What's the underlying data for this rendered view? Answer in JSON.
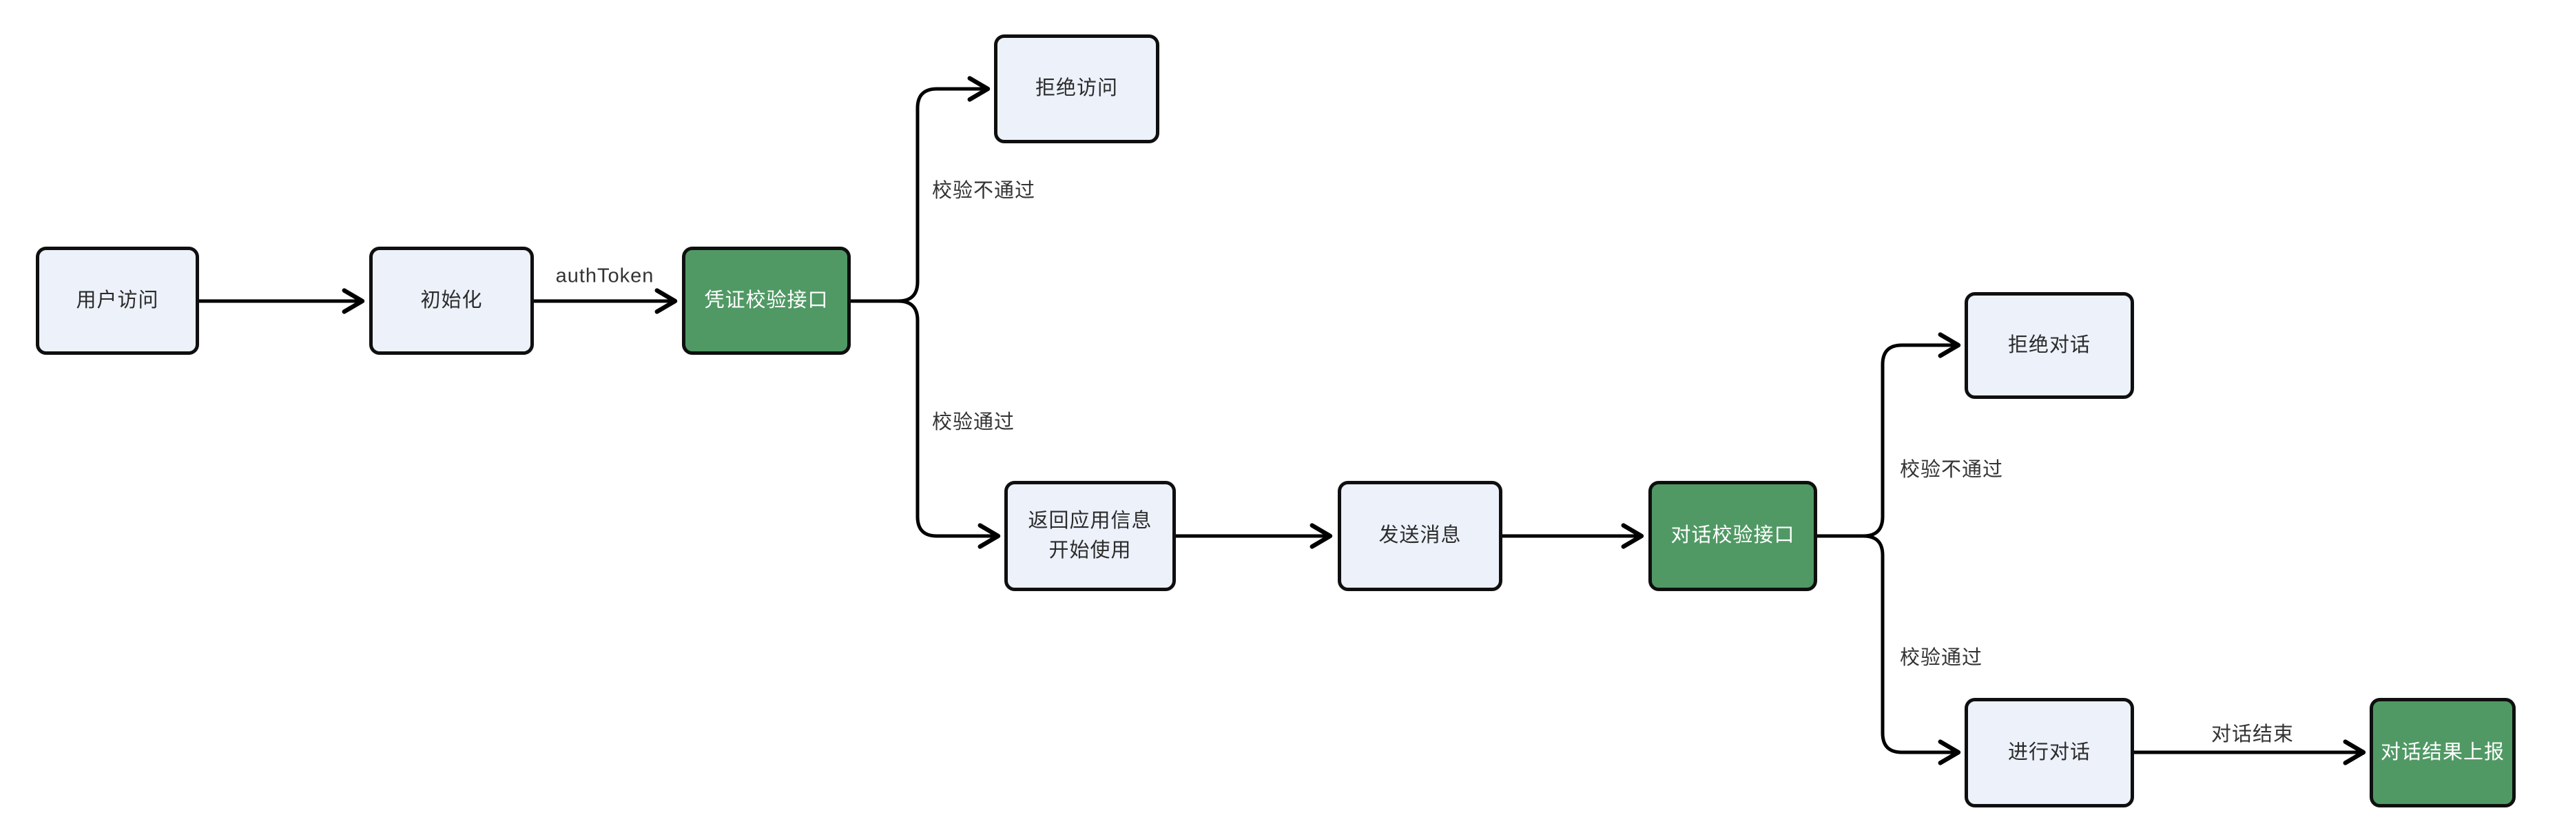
{
  "diagram": {
    "type": "flowchart",
    "direction": "left-to-right",
    "background": "#ffffff",
    "colors": {
      "background": "#ffffff",
      "node_fill": "#ecf1fa",
      "node_border": "#0f0f0f",
      "node_text": "#2b2b2b",
      "accent_fill": "#509964",
      "accent_text": "#ffffff",
      "edge_color": "#000000",
      "edge_label_text": "#333333"
    },
    "nodes": {
      "user_access": {
        "label": "用户访问",
        "variant": "default"
      },
      "init": {
        "label": "初始化",
        "variant": "default"
      },
      "cred_check": {
        "label": "凭证校验接口",
        "variant": "accent"
      },
      "deny_access": {
        "label": "拒绝访问",
        "variant": "default"
      },
      "return_info": {
        "line1": "返回应用信息",
        "line2": "开始使用",
        "variant": "default"
      },
      "send_message": {
        "label": "发送消息",
        "variant": "default"
      },
      "dialog_check": {
        "label": "对话校验接口",
        "variant": "accent"
      },
      "deny_dialog": {
        "label": "拒绝对话",
        "variant": "default"
      },
      "do_dialog": {
        "label": "进行对话",
        "variant": "default"
      },
      "report_result": {
        "label": "对话结果上报",
        "variant": "accent"
      }
    },
    "edge_labels": {
      "auth_token": "authToken",
      "cred_fail": "校验不通过",
      "cred_pass": "校验通过",
      "dialog_fail": "校验不通过",
      "dialog_pass": "校验通过",
      "dialog_end": "对话结束"
    },
    "edges": [
      {
        "from": "用户访问",
        "to": "初始化",
        "label": ""
      },
      {
        "from": "初始化",
        "to": "凭证校验接口",
        "label": "authToken"
      },
      {
        "from": "凭证校验接口",
        "to": "拒绝访问",
        "label": "校验不通过"
      },
      {
        "from": "凭证校验接口",
        "to": "返回应用信息 开始使用",
        "label": "校验通过"
      },
      {
        "from": "返回应用信息 开始使用",
        "to": "发送消息",
        "label": ""
      },
      {
        "from": "发送消息",
        "to": "对话校验接口",
        "label": ""
      },
      {
        "from": "对话校验接口",
        "to": "拒绝对话",
        "label": "校验不通过"
      },
      {
        "from": "对话校验接口",
        "to": "进行对话",
        "label": "校验通过"
      },
      {
        "from": "进行对话",
        "to": "对话结果上报",
        "label": "对话结束"
      }
    ]
  }
}
